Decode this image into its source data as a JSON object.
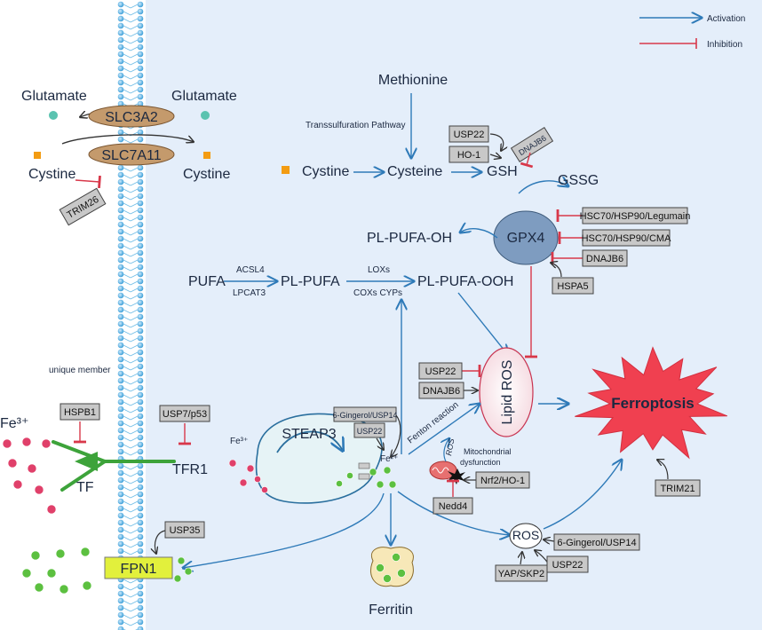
{
  "legend": {
    "activation": "Activation",
    "inhibition": "Inhibition"
  },
  "labels": {
    "glutamate_out": "Glutamate",
    "glutamate_in": "Glutamate",
    "cystine_out": "Cystine",
    "cystine_in": "Cystine",
    "slc3a2": "SLC3A2",
    "slc7a11": "SLC7A11",
    "methionine": "Methionine",
    "transsulfuration": "Transsulfuration Pathway",
    "cystine_mid": "Cystine",
    "cysteine": "Cysteine",
    "gsh": "GSH",
    "gssg": "GSSG",
    "gpx4": "GPX4",
    "pl_pufa_oh": "PL-PUFA-OH",
    "pufa": "PUFA",
    "acsl4": "ACSL4",
    "lpcat3": "LPCAT3",
    "pl_pufa": "PL-PUFA",
    "loxs": "LOXs",
    "coxs": "COXs CYPs",
    "pl_pufa_ooh": "PL-PUFA-OOH",
    "lipid_ros": "Lipid ROS",
    "ferroptosis": "Ferroptosis",
    "unique_member": "unique member",
    "fe3_out": "Fe³⁺",
    "tf": "TF",
    "tfr1": "TFR1",
    "fe3_in": "Fe³⁺",
    "steap3": "STEAP3",
    "fe2": "Fe²⁺",
    "fenton": "Fenton reaction",
    "ros_small": "ROS",
    "mito": "Mitochondrial",
    "mito2": "dysfunction",
    "ros": "ROS",
    "fpn1": "FPN1",
    "ferritin": "Ferritin"
  },
  "regulators": {
    "trim26": "TRIM26",
    "usp22_gsh": "USP22",
    "ho1": "HO-1",
    "dnajb6_gsh": "DNAJB6",
    "hsc70_legumain": "HSC70/HSP90/Legumain",
    "hsc70_cma": "HSC70/HSP90/CMA",
    "dnajb6_gpx4": "DNAJB6",
    "hspa5": "HSPA5",
    "usp22_lros": "USP22",
    "dnajb6_lros": "DNAJB6",
    "hspb1": "HSPB1",
    "usp7_p53": "USP7/p53",
    "gingerol_usp14_a": "6-Gingerol/USP14",
    "usp22_fe": "USP22",
    "nrf2_ho1": "Nrf2/HO-1",
    "nedd4": "Nedd4",
    "trim21": "TRIM21",
    "usp35": "USP35",
    "gingerol_usp14_b": "6-Gingerol/USP14",
    "usp22_ros": "USP22",
    "yap_skp2": "YAP/SKP2"
  },
  "colors": {
    "activation": "#2e7ab8",
    "inhibition": "#d8384a",
    "cell_bg": "#e4eefa",
    "membrane": "#45a8e0",
    "transporter": "#c49a6c",
    "iron3": "#e0406a",
    "iron2": "#5cc040",
    "gpx4": "#7e9cc0",
    "fpn1": "#e2f03c",
    "ferroptosis": "#f04050"
  }
}
